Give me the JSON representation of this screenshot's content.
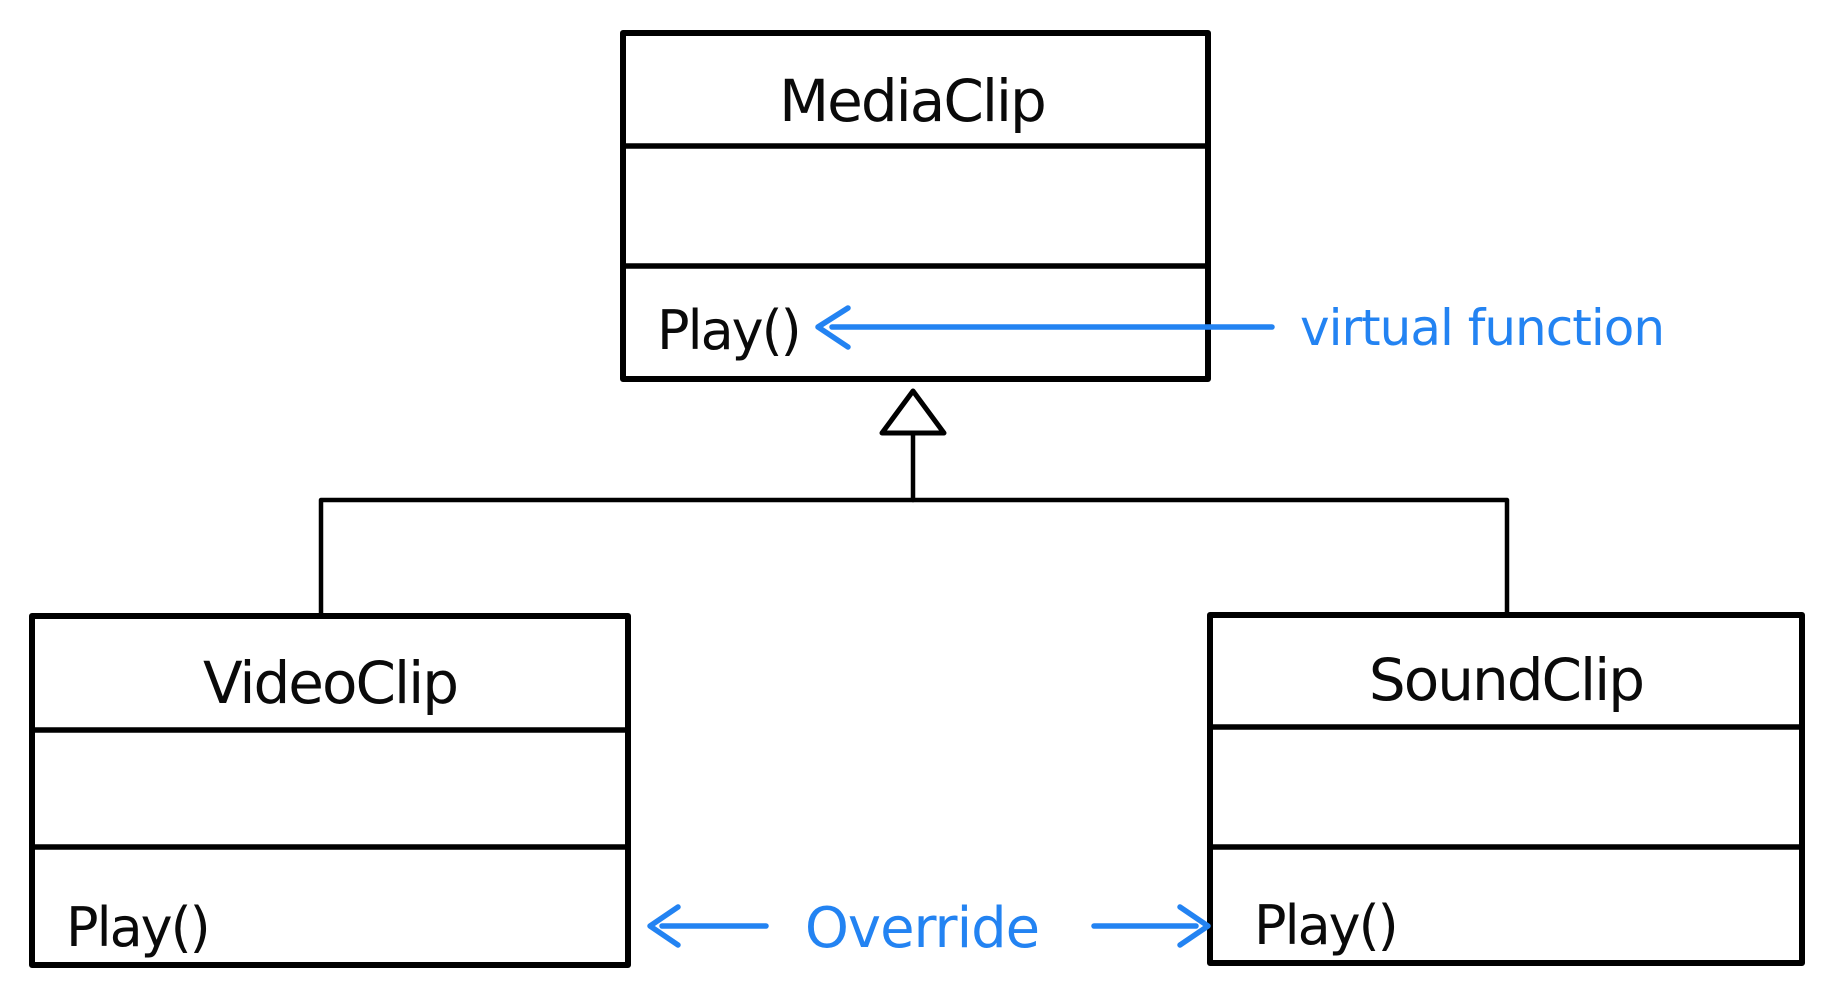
{
  "diagram": {
    "type": "uml-class-inheritance",
    "background_color": "#ffffff",
    "ink_color": "#000000",
    "accent_color": "#2383f2",
    "parent_class": {
      "name": "MediaClip",
      "attributes": "",
      "method": "Play()"
    },
    "child_classes": [
      {
        "name": "VideoClip",
        "attributes": "",
        "method": "Play()"
      },
      {
        "name": "SoundClip",
        "attributes": "",
        "method": "Play()"
      }
    ],
    "annotations": {
      "virtual_function": "virtual function",
      "override": "Override"
    }
  }
}
